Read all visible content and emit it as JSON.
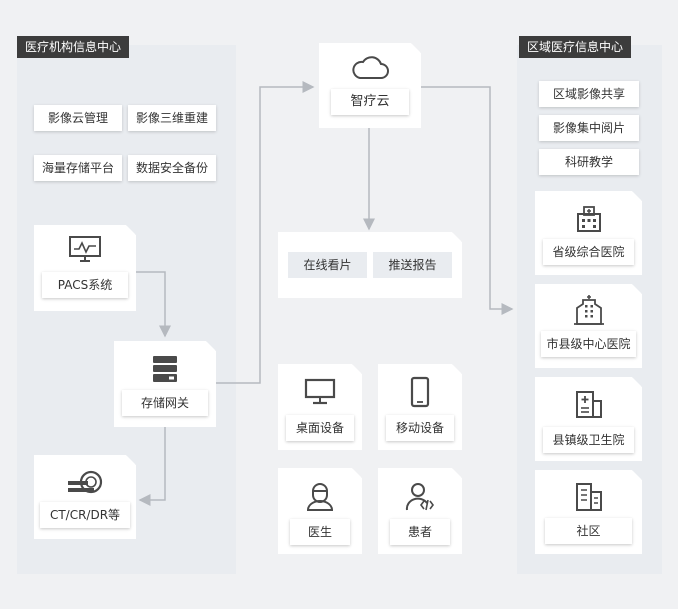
{
  "left_panel": {
    "title": "医疗机构信息中心",
    "tags": [
      "影像云管理",
      "影像三维重建",
      "海量存储平台",
      "数据安全备份"
    ],
    "pacs_label": "PACS系统",
    "gateway_label": "存储网关",
    "modality_label": "CT/CR/DR等"
  },
  "center": {
    "cloud_label": "智疗云",
    "services": [
      "在线看片",
      "推送报告"
    ],
    "devices": [
      "桌面设备",
      "移动设备"
    ],
    "users": [
      "医生",
      "患者"
    ]
  },
  "right_panel": {
    "title": "区域医疗信息中心",
    "tags": [
      "区域影像共享",
      "影像集中阅片",
      "科研教学"
    ],
    "facilities": [
      "省级综合医院",
      "市县级中心医院",
      "县镇级卫生院",
      "社区"
    ]
  },
  "colors": {
    "line": "#b5b9bf",
    "icon": "#4a4a4a",
    "panel_title_bg": "#3c3c3c"
  },
  "icons": [
    "cloud-icon",
    "monitor-waveform-icon",
    "server-icon",
    "ct-scanner-icon",
    "desktop-icon",
    "mobile-icon",
    "doctor-icon",
    "patient-icon",
    "hospital-icon",
    "building-icon",
    "clinic-icon",
    "community-icon"
  ]
}
